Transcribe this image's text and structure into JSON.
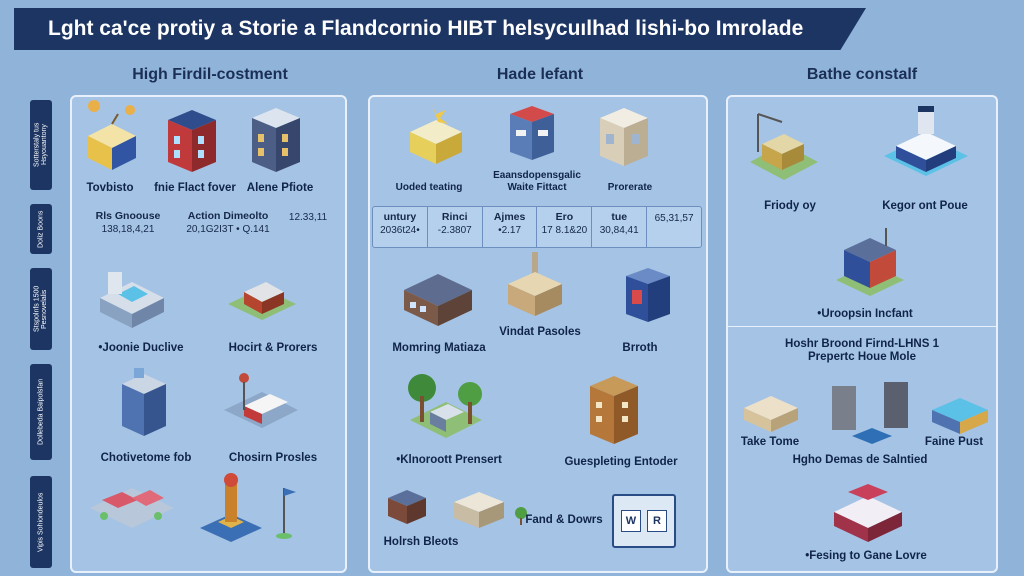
{
  "title": "Lɡht ca'ce protiy a Storie a Flandcornio HIBT helsycuılhad lishi-bo Imrolade",
  "columns": [
    {
      "heading": "High Firdil-costment"
    },
    {
      "heading": "Hade lefant"
    },
    {
      "heading": "Bathe constalf"
    }
  ],
  "side_tabs": [
    "Sotterstaly tus Hsyouantony",
    "Doliz Boons",
    "Stspolnfs 1500 Pesnovelalis",
    "Dollebeda Baipolsfan",
    "Vipis Sohiondeulos"
  ],
  "left": {
    "row1": [
      "Tovbisto",
      "fnie Flact fover",
      "Alene Pfiote"
    ],
    "table": [
      {
        "h": "Rls Gnoouse",
        "v": "138,18,4,21"
      },
      {
        "h": "Action Dimeolto",
        "v": "20,1G2I3T  • Q.141"
      },
      {
        "h": "",
        "v": "12.33,11"
      }
    ],
    "row3": [
      "•Joonie Duclive",
      "Hocirt & Prorers"
    ],
    "row4": [
      "Chotivetome fob",
      "Chosirn Prosles"
    ]
  },
  "mid": {
    "row1": [
      "Uoded teating",
      "Eaansdopensgalic Waite Fittact",
      "Prorerate"
    ],
    "table": [
      {
        "h": "untury",
        "v": "2036t24•"
      },
      {
        "h": "Rinci",
        "v": "-2.3807"
      },
      {
        "h": "Ajmes",
        "v": "•2.17"
      },
      {
        "h": "Ero",
        "v": "17 8.1&20"
      },
      {
        "h": "tue",
        "v": "30,84,41"
      },
      {
        "h": "",
        "v": "65,31,57"
      }
    ],
    "row3_left": "Momring Matiaza",
    "row3_mid": "Vindat Pasoles",
    "row3_right": "Brroth",
    "row4": [
      "•Klnoroott Prensert",
      "Guespleting Entoder"
    ],
    "row5": [
      "Holrsh Bleots",
      "Fand & Dowrs"
    ],
    "wp": [
      "W",
      "R"
    ]
  },
  "right": {
    "row1": [
      "Friody oy",
      "Kegor ont Poue"
    ],
    "row2": "•Uroopsin Incfant",
    "section_title": "Hoshr Broond Firnd-LHNS 1 Prepertc Houe Mole",
    "row3": [
      "Take Tome",
      "Faine Pust"
    ],
    "row3_caption": "Hgho Demas de Salntied",
    "row4": "•Fesing to Gane Lovre"
  },
  "colors": {
    "background": "#8fb3d9",
    "banner": "#1c3563",
    "panel": "#a5c3e4"
  }
}
